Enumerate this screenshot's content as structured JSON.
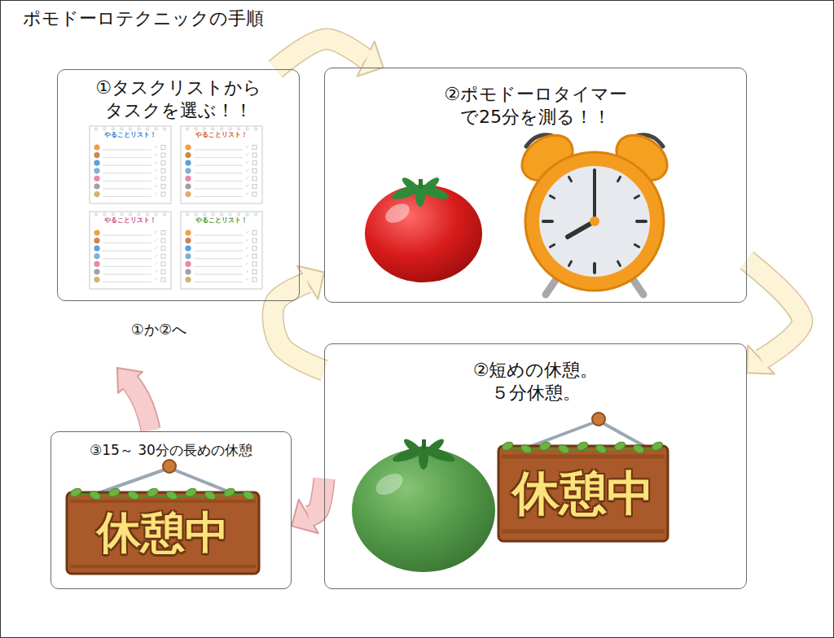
{
  "diagram": {
    "title": "ポモドーロテクニックの手順",
    "nodes": [
      {
        "text": [
          "①タスクリストから タスクを選ぶ！！"
        ]
      },
      {
        "text": [
          "②ポモドーロタイマー で25分を測る！！"
        ]
      },
      {
        "text": [
          "②短めの休憩。 ５分休憩。"
        ]
      },
      {
        "text": [
          "③15～ 30分の長めの休憩"
        ]
      }
    ],
    "edges": [
      {
        "from": 0,
        "to": 1,
        "arrow": "to"
      },
      {
        "from": 1,
        "to": 2,
        "arrow": "to"
      },
      {
        "from": 2,
        "to": 1,
        "arrow": "to"
      },
      {
        "from": 2,
        "to": 3,
        "arrow": "to"
      }
    ],
    "labels": [
      "①か②へ",
      "やることリスト！",
      "やることリスト！",
      "やることリスト！",
      "やることリスト！",
      "休憩中",
      "休憩中"
    ]
  }
}
